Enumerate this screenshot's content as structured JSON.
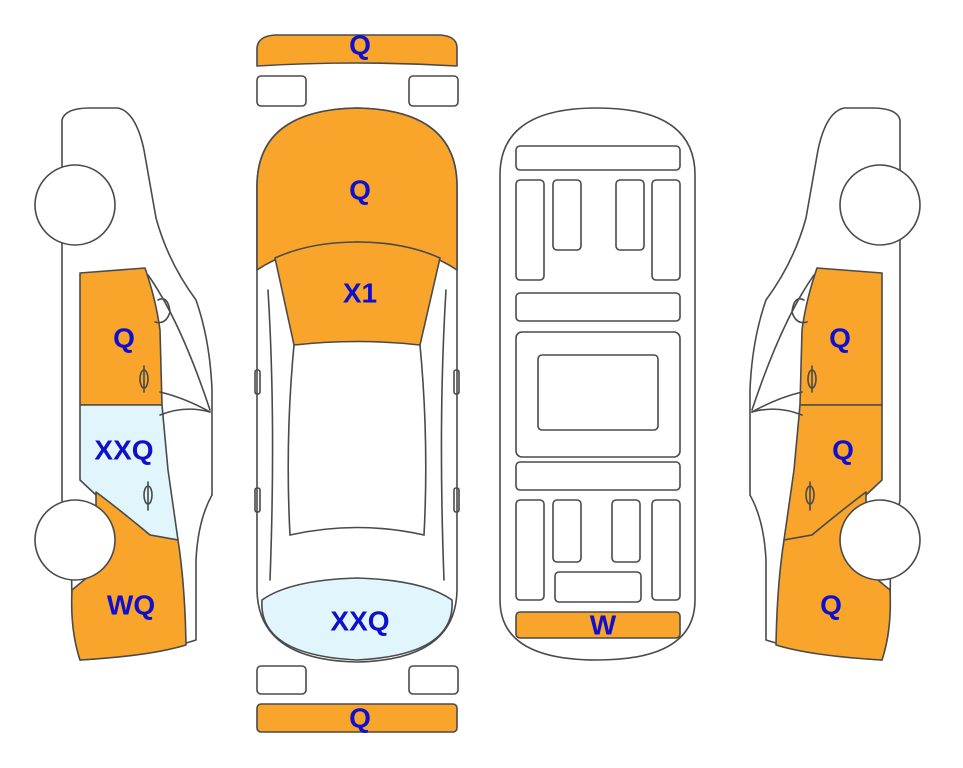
{
  "colors": {
    "damage_orange": "#F9A52B",
    "repair_blue": "#E0F6FC",
    "label_blue": "#1010CC",
    "outline": "#4A4A4A"
  },
  "labels": {
    "front_bumper": "Q",
    "hood": "Q",
    "windshield": "X1",
    "rear_window": "XXQ",
    "rear_bumper": "Q",
    "trunk_floor": "W",
    "left_front_door": "Q",
    "left_rear_door": "XXQ",
    "left_rear_quarter": "WQ",
    "right_front_door": "Q",
    "right_rear_door": "Q",
    "right_rear_quarter": "Q"
  }
}
